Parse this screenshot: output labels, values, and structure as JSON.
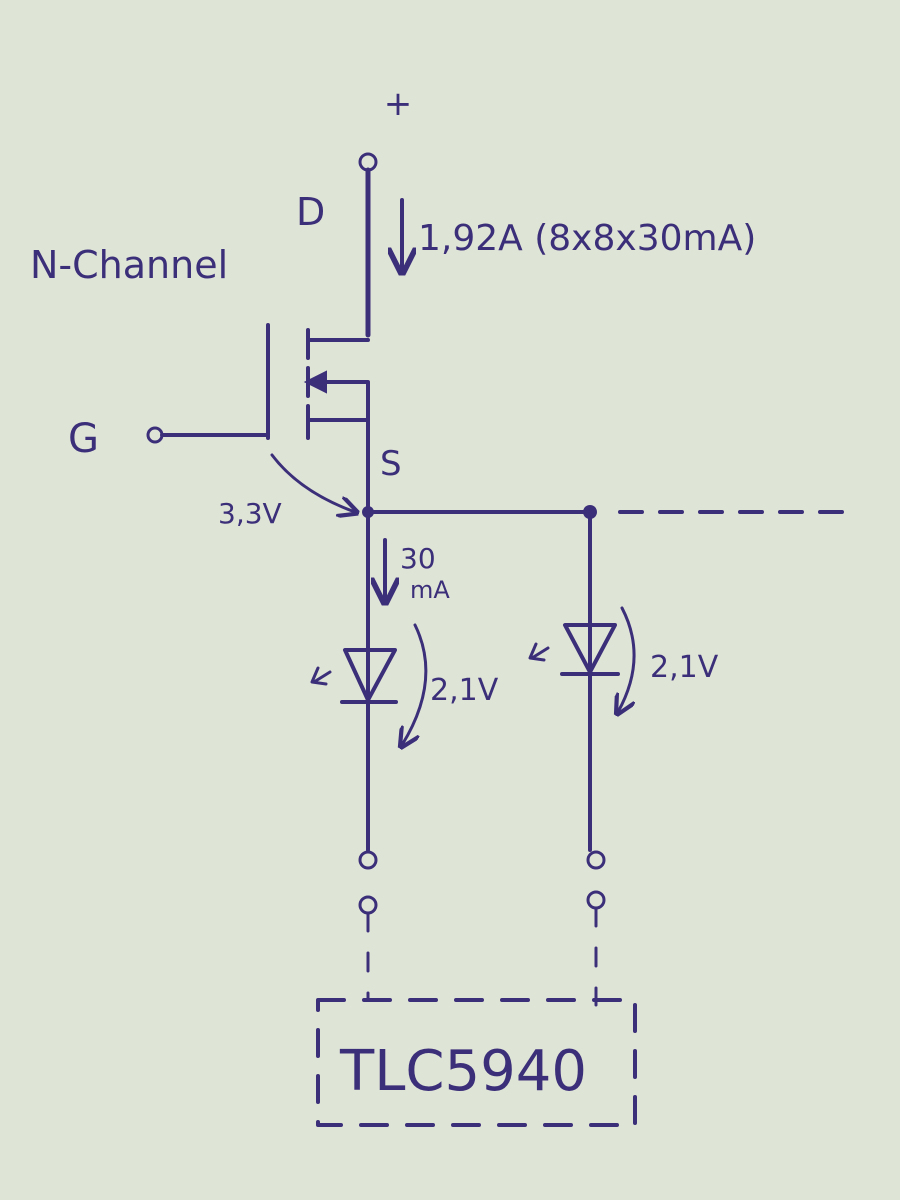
{
  "labels": {
    "supply": "+",
    "drain": "D",
    "drain_current": "1,92A (8x8x30mA)",
    "channel_type": "N-Channel",
    "gate": "G",
    "source": "S",
    "source_voltage": "3,3V",
    "led_current_value": "30",
    "led_current_unit": "mA",
    "led1_voltage": "2,1V",
    "led2_voltage": "2,1V",
    "chip": "TLC5940"
  },
  "colors": {
    "ink": "#3c2f7a",
    "paper": "#dfe5d6"
  }
}
